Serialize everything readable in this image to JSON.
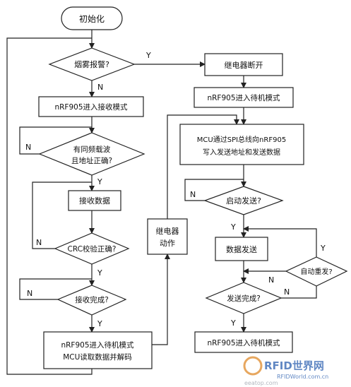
{
  "nodes": {
    "start": "初始化",
    "smoke_alarm": "烟雾报警?",
    "relay_off": "继电器断开",
    "rx_mode": "nRF905进入接收模式",
    "standby_mode_1": "nRF905进入待机模式",
    "carrier_check_line1": "有同频载波",
    "carrier_check_line2": "且地址正确?",
    "spi_write_line1": "MCU通过SPI总线向nRF905",
    "spi_write_line2": "写入发送地址和发送数据",
    "receive_data": "接收数据",
    "start_send": "启动发送?",
    "relay_action_line1": "继电器",
    "relay_action_line2": "动作",
    "send_data": "数据发送",
    "crc_check": "CRC校验正确?",
    "auto_resend": "自动重发?",
    "recv_done": "接收完成?",
    "send_done": "发送完成?",
    "standby_decode_line1": "nRF905进入待机模式",
    "standby_decode_line2": "MCU读取数据并解码",
    "standby_mode_2": "nRF905进入待机模式"
  },
  "edge_labels": {
    "yes": "Y",
    "no": "N"
  },
  "watermark": {
    "text1": "RFID世界网",
    "text2": "RFIDWorld.com.cn",
    "text3": "eeatop.com"
  }
}
